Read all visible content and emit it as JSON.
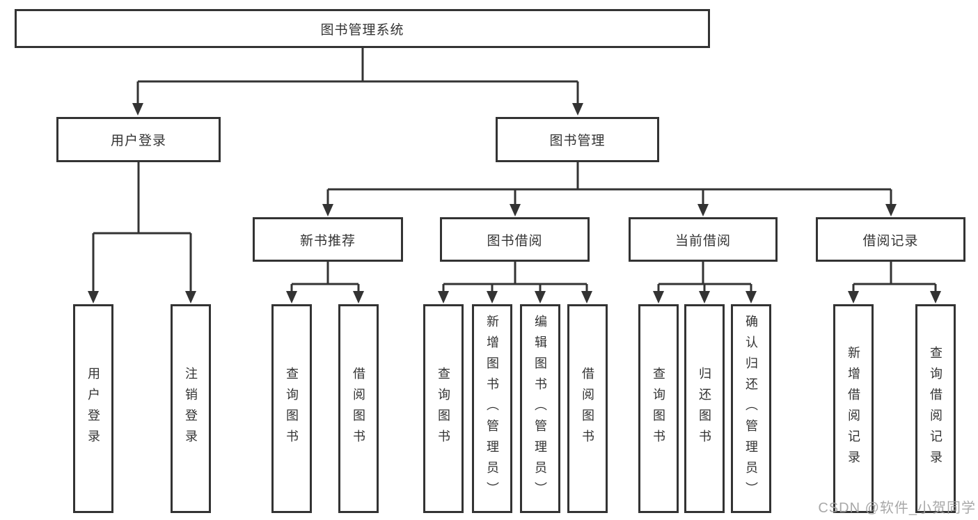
{
  "diagram_title": "图书管理系统",
  "tree": {
    "label": "图书管理系统",
    "children": [
      {
        "label": "用户登录",
        "children": [
          {
            "label": "用户登录"
          },
          {
            "label": "注销登录"
          }
        ]
      },
      {
        "label": "图书管理",
        "children": [
          {
            "label": "新书推荐",
            "children": [
              {
                "label": "查询图书"
              },
              {
                "label": "借阅图书"
              }
            ]
          },
          {
            "label": "图书借阅",
            "children": [
              {
                "label": "查询图书"
              },
              {
                "label": "新增图书（管理员）"
              },
              {
                "label": "编辑图书（管理员）"
              },
              {
                "label": "借阅图书"
              }
            ]
          },
          {
            "label": "当前借阅",
            "children": [
              {
                "label": "查询图书"
              },
              {
                "label": "归还图书"
              },
              {
                "label": "确认归还（管理员）"
              }
            ]
          },
          {
            "label": "借阅记录",
            "children": [
              {
                "label": "新增借阅记录"
              },
              {
                "label": "查询借阅记录"
              }
            ]
          }
        ]
      }
    ]
  },
  "watermark": {
    "text": "CSDN @软件_小贺同学"
  },
  "colors": {
    "line": "#333333",
    "box_background": "#ffffff",
    "text": "#333333",
    "watermark": "#9e9e9e"
  }
}
